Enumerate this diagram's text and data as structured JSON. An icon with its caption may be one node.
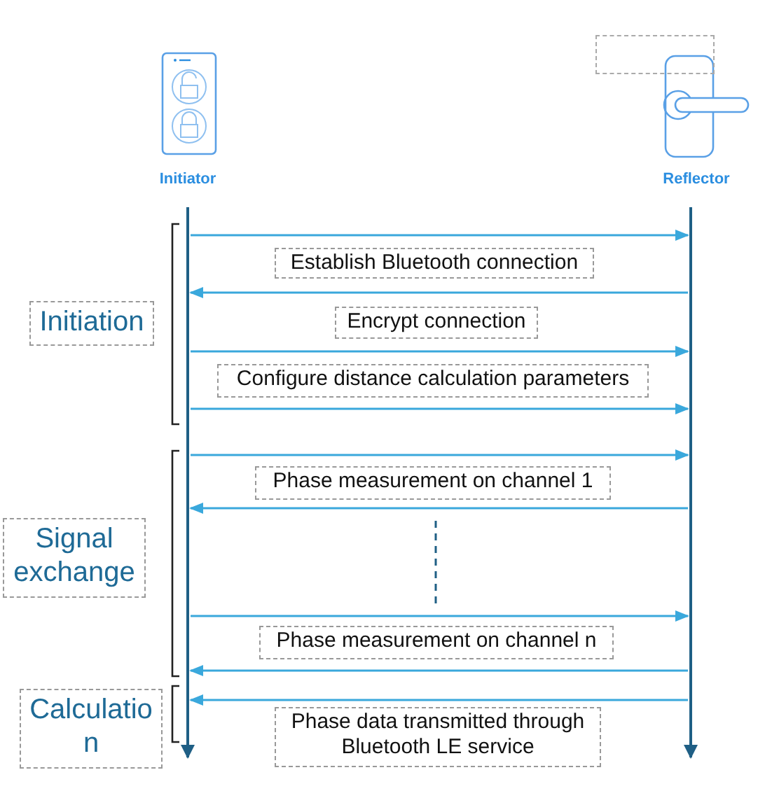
{
  "diagram": {
    "nodes": [
      {
        "text": [
          "Initiator"
        ]
      },
      {
        "text": [
          "Reflector"
        ]
      },
      {
        "text": [],
        "shape": "box"
      },
      {
        "text": [],
        "shape": "bar"
      },
      {
        "text": [],
        "shape": "bar"
      },
      {
        "text": [
          "Initiation"
        ]
      },
      {
        "text": [
          "Establish Bluetooth connection"
        ]
      },
      {
        "text": [
          "Encrypt connection"
        ]
      },
      {
        "text": [
          "Configure distance calculation parameters"
        ]
      },
      {
        "text": [
          "Signal exchange"
        ]
      },
      {
        "text": [
          "Phase measurement on channel 1"
        ]
      },
      {
        "text": [
          "Phase measurement on channel n"
        ]
      },
      {
        "text": [
          "Calculation"
        ]
      },
      {
        "text": [
          "Phase data transmitted through Bluetooth LE service"
        ]
      }
    ],
    "edges": [
      {
        "from": 3,
        "to": 4,
        "arrow": "to"
      },
      {
        "from": 4,
        "to": 3,
        "arrow": "to"
      },
      {
        "from": 3,
        "to": 4,
        "arrow": "to"
      },
      {
        "from": 3,
        "to": 4,
        "arrow": "to"
      },
      {
        "from": 3,
        "to": 4,
        "arrow": "to"
      },
      {
        "from": 4,
        "to": 3,
        "arrow": "to"
      },
      {
        "from": 3,
        "to": 4,
        "arrow": "to"
      },
      {
        "from": 4,
        "to": 3,
        "arrow": "to"
      },
      {
        "from": 4,
        "to": 3,
        "arrow": "to"
      }
    ]
  }
}
